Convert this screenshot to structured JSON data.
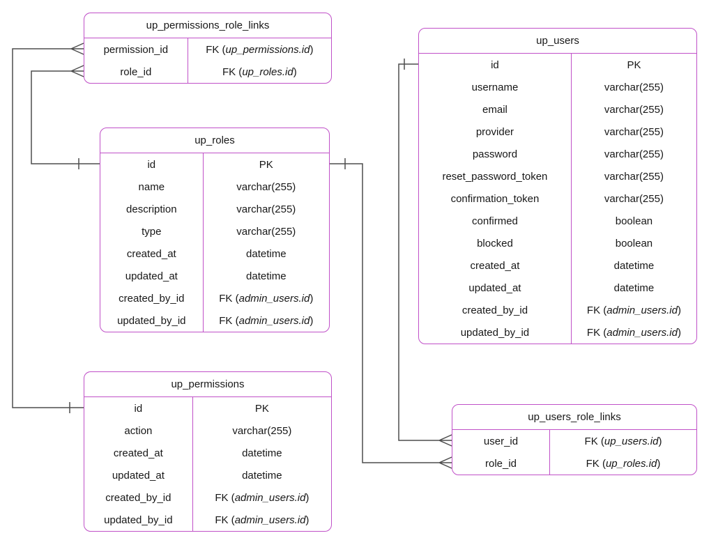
{
  "diagram": {
    "table_border_color": "#c050c8",
    "wire_color": "#4d4d4d",
    "tables": {
      "up_permissions_role_links": {
        "title": "up_permissions_role_links",
        "rows": [
          {
            "field": "permission_id",
            "t1": "FK (",
            "t2": "up_permissions.id",
            "t3": ")"
          },
          {
            "field": "role_id",
            "t1": "FK (",
            "t2": "up_roles.id",
            "t3": ")"
          }
        ]
      },
      "up_roles": {
        "title": "up_roles",
        "rows": [
          {
            "field": "id",
            "t1": "PK",
            "t2": "",
            "t3": ""
          },
          {
            "field": "name",
            "t1": "varchar(255)",
            "t2": "",
            "t3": ""
          },
          {
            "field": "description",
            "t1": "varchar(255)",
            "t2": "",
            "t3": ""
          },
          {
            "field": "type",
            "t1": "varchar(255)",
            "t2": "",
            "t3": ""
          },
          {
            "field": "created_at",
            "t1": "datetime",
            "t2": "",
            "t3": ""
          },
          {
            "field": "updated_at",
            "t1": "datetime",
            "t2": "",
            "t3": ""
          },
          {
            "field": "created_by_id",
            "t1": "FK (",
            "t2": "admin_users.id",
            "t3": ")"
          },
          {
            "field": "updated_by_id",
            "t1": "FK (",
            "t2": "admin_users.id",
            "t3": ")"
          }
        ]
      },
      "up_users": {
        "title": "up_users",
        "rows": [
          {
            "field": "id",
            "t1": "PK",
            "t2": "",
            "t3": ""
          },
          {
            "field": "username",
            "t1": "varchar(255)",
            "t2": "",
            "t3": ""
          },
          {
            "field": "email",
            "t1": "varchar(255)",
            "t2": "",
            "t3": ""
          },
          {
            "field": "provider",
            "t1": "varchar(255)",
            "t2": "",
            "t3": ""
          },
          {
            "field": "password",
            "t1": "varchar(255)",
            "t2": "",
            "t3": ""
          },
          {
            "field": "reset_password_token",
            "t1": "varchar(255)",
            "t2": "",
            "t3": ""
          },
          {
            "field": "confirmation_token",
            "t1": "varchar(255)",
            "t2": "",
            "t3": ""
          },
          {
            "field": "confirmed",
            "t1": "boolean",
            "t2": "",
            "t3": ""
          },
          {
            "field": "blocked",
            "t1": "boolean",
            "t2": "",
            "t3": ""
          },
          {
            "field": "created_at",
            "t1": "datetime",
            "t2": "",
            "t3": ""
          },
          {
            "field": "updated_at",
            "t1": "datetime",
            "t2": "",
            "t3": ""
          },
          {
            "field": "created_by_id",
            "t1": "FK (",
            "t2": "admin_users.id",
            "t3": ")"
          },
          {
            "field": "updated_by_id",
            "t1": "FK (",
            "t2": "admin_users.id",
            "t3": ")"
          }
        ]
      },
      "up_permissions": {
        "title": "up_permissions",
        "rows": [
          {
            "field": "id",
            "t1": "PK",
            "t2": "",
            "t3": ""
          },
          {
            "field": "action",
            "t1": "varchar(255)",
            "t2": "",
            "t3": ""
          },
          {
            "field": "created_at",
            "t1": "datetime",
            "t2": "",
            "t3": ""
          },
          {
            "field": "updated_at",
            "t1": "datetime",
            "t2": "",
            "t3": ""
          },
          {
            "field": "created_by_id",
            "t1": "FK (",
            "t2": "admin_users.id",
            "t3": ")"
          },
          {
            "field": "updated_by_id",
            "t1": "FK (",
            "t2": "admin_users.id",
            "t3": ")"
          }
        ]
      },
      "up_users_role_links": {
        "title": "up_users_role_links",
        "rows": [
          {
            "field": "user_id",
            "t1": "FK (",
            "t2": "up_users.id",
            "t3": ")"
          },
          {
            "field": "role_id",
            "t1": "FK (",
            "t2": "up_roles.id",
            "t3": ")"
          }
        ]
      }
    },
    "relationships": [
      {
        "from": "up_roles.id",
        "to": "up_permissions_role_links.role_id",
        "cardinality": "one-to-many"
      },
      {
        "from": "up_permissions.id",
        "to": "up_permissions_role_links.permission_id",
        "cardinality": "one-to-many"
      },
      {
        "from": "up_roles.id",
        "to": "up_users_role_links.role_id",
        "cardinality": "one-to-many"
      },
      {
        "from": "up_users.id",
        "to": "up_users_role_links.user_id",
        "cardinality": "one-to-many"
      }
    ]
  }
}
